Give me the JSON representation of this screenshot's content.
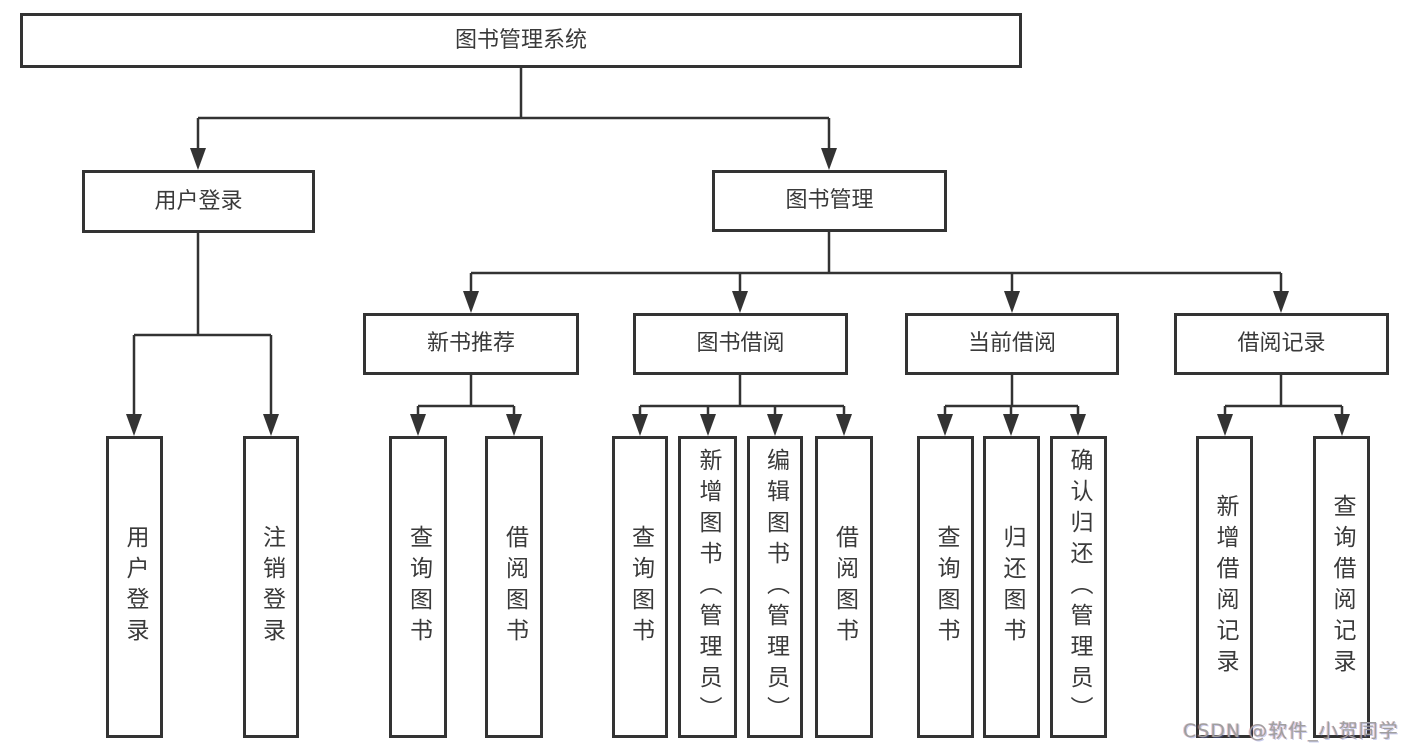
{
  "diagram": {
    "title": "图书管理系统",
    "colors": {
      "line": "#333333",
      "box_border": "#333333",
      "text": "#3a3a3a",
      "background": "#ffffff",
      "watermark": "#9f9f9f"
    },
    "nodes": {
      "root": "图书管理系统",
      "user_login": "用户登录",
      "book_mgmt": "图书管理",
      "new_book_rec": "新书推荐",
      "book_borrow": "图书借阅",
      "current_borrow": "当前借阅",
      "borrow_record": "借阅记录",
      "leaf_user_login": "用户登录",
      "leaf_logout": "注销登录",
      "leaf_query_book_rec": "查询图书",
      "leaf_borrow_book_rec": "借阅图书",
      "leaf_query_book_borrow": "查询图书",
      "leaf_add_book": "新增图书（管理员）",
      "leaf_edit_book": "编辑图书（管理员）",
      "leaf_borrow_book_borrow": "借阅图书",
      "leaf_query_book_current": "查询图书",
      "leaf_return_book": "归还图书",
      "leaf_confirm_return": "确认归还（管理员）",
      "leaf_add_record": "新增借阅记录",
      "leaf_query_record": "查询借阅记录"
    }
  },
  "watermark": {
    "text": "CSDN @软件_小贺同学"
  }
}
